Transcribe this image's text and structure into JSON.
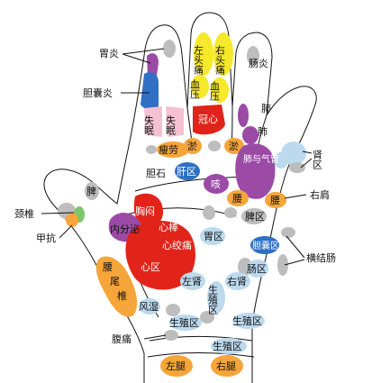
{
  "colors": {
    "red": "#e2231a",
    "orange": "#f6a53a",
    "purple": "#9b4aa6",
    "blue": "#2f6fc4",
    "lightblue": "#bcd9ee",
    "gray": "#bdbdbd",
    "yellow": "#f6e82a",
    "pink": "#f5c1d2",
    "green": "#7cc66b",
    "outline": "#222222"
  },
  "labels": {
    "wei_yan": "胃炎",
    "dan_nang_yan": "胆囊炎",
    "zuo_tou_tong": "左头痛",
    "you_tou_tong": "右头痛",
    "chang_yan": "肠炎",
    "xue_ya_left": "血压",
    "xue_ya_right": "血压",
    "shi_mian_left": "失眠",
    "shi_mian_right": "失眠",
    "guan_xin": "冠心",
    "fei_top": "肺",
    "fei_right": "肺",
    "shou_lao": "瘦劳",
    "yu_left": "淤",
    "yu_right": "淤",
    "shen_qu": "肾区",
    "dan_shi": "胆石",
    "gan_qu": "肝区",
    "fei_yu_qi_guan": "肺与气管",
    "ke": "咳",
    "yao_1": "腰",
    "yao_2": "腰",
    "you_jian": "右肩",
    "pi": "脾",
    "pi_qu": "脾区",
    "jing_zhui": "颈椎",
    "xiong_men": "胸闷",
    "jia_kang": "甲抗",
    "nei_fen_mi": "内分泌",
    "xin_bang": "心棒",
    "xin_jiao_tong": "心绞痛",
    "wei_qu": "胃区",
    "dan_nang_qu": "胆囊区",
    "heng_jie_chang": "横结肠",
    "xin_qu": "心区",
    "yao": "腰",
    "wei": "尾",
    "zhui": "椎",
    "chang_qu": "肠区",
    "zuo_shen": "左肾",
    "sheng_zhi_qu_mid": "生殖区",
    "you_shen": "右肾",
    "feng_shi": "风湿",
    "sheng_zhi_qu_left": "生殖区",
    "sheng_zhi_qu_right": "生殖区",
    "fu_tong": "腹痛",
    "sheng_zhi_qu_bottom": "生殖区",
    "zuo_tui": "左腿",
    "you_tui": "右腿"
  }
}
